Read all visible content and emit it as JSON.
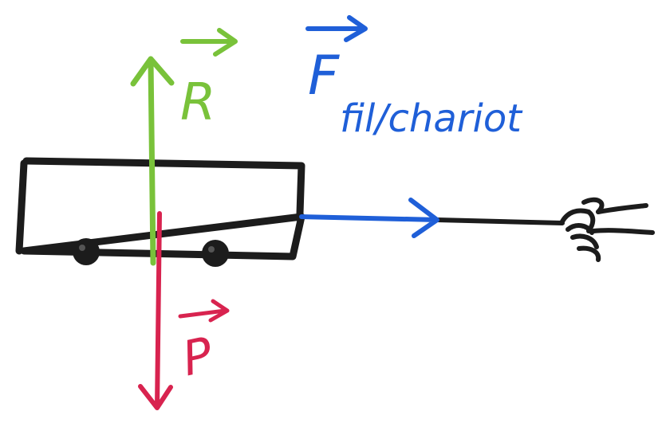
{
  "labels": {
    "reaction": "R",
    "weight": "P",
    "force_main": "F",
    "force_sub": "fil/chariot"
  },
  "colors": {
    "reaction": "#79c23a",
    "weight": "#d8234f",
    "tension": "#1f5fd8",
    "ink": "#1c1c1c"
  },
  "icons": {
    "hand": "pulling-hand-icon"
  }
}
